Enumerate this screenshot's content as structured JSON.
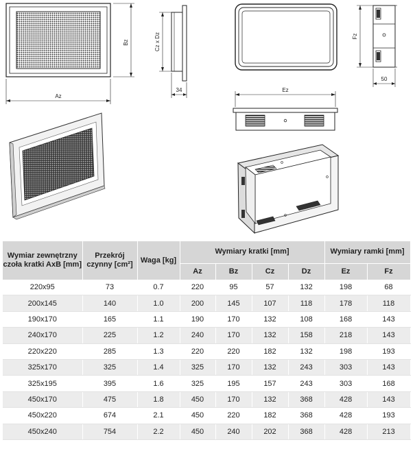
{
  "drawings": {
    "front_view": {
      "width_label": "Az",
      "height_label": "Bz"
    },
    "side_view": {
      "height_label": "Cz x Dz",
      "depth_label": "34"
    },
    "frame_top_view": {
      "height_label": "Fz"
    },
    "frame_side_view": {
      "depth_label": "50"
    },
    "frame_front_view": {
      "width_label": "Ez"
    }
  },
  "table": {
    "headers": {
      "external_size": "Wymiar zewnętrzny czoła kratki AxB [mm]",
      "cross_section": "Przekrój czynny [cm²]",
      "weight": "Waga [kg]",
      "grille_dims": "Wymiary kratki [mm]",
      "frame_dims": "Wymiary ramki [mm]",
      "az": "Az",
      "bz": "Bz",
      "cz": "Cz",
      "dz": "Dz",
      "ez": "Ez",
      "fz": "Fz"
    },
    "rows": [
      [
        "220x95",
        "73",
        "0.7",
        "220",
        "95",
        "57",
        "132",
        "198",
        "68"
      ],
      [
        "200x145",
        "140",
        "1.0",
        "200",
        "145",
        "107",
        "118",
        "178",
        "118"
      ],
      [
        "190x170",
        "165",
        "1.1",
        "190",
        "170",
        "132",
        "108",
        "168",
        "143"
      ],
      [
        "240x170",
        "225",
        "1.2",
        "240",
        "170",
        "132",
        "158",
        "218",
        "143"
      ],
      [
        "220x220",
        "285",
        "1.3",
        "220",
        "220",
        "182",
        "132",
        "198",
        "193"
      ],
      [
        "325x170",
        "325",
        "1.4",
        "325",
        "170",
        "132",
        "243",
        "303",
        "143"
      ],
      [
        "325x195",
        "395",
        "1.6",
        "325",
        "195",
        "157",
        "243",
        "303",
        "168"
      ],
      [
        "450x170",
        "475",
        "1.8",
        "450",
        "170",
        "132",
        "368",
        "428",
        "143"
      ],
      [
        "450x220",
        "674",
        "2.1",
        "450",
        "220",
        "182",
        "368",
        "428",
        "193"
      ],
      [
        "450x240",
        "754",
        "2.2",
        "450",
        "240",
        "202",
        "368",
        "428",
        "213"
      ]
    ]
  }
}
